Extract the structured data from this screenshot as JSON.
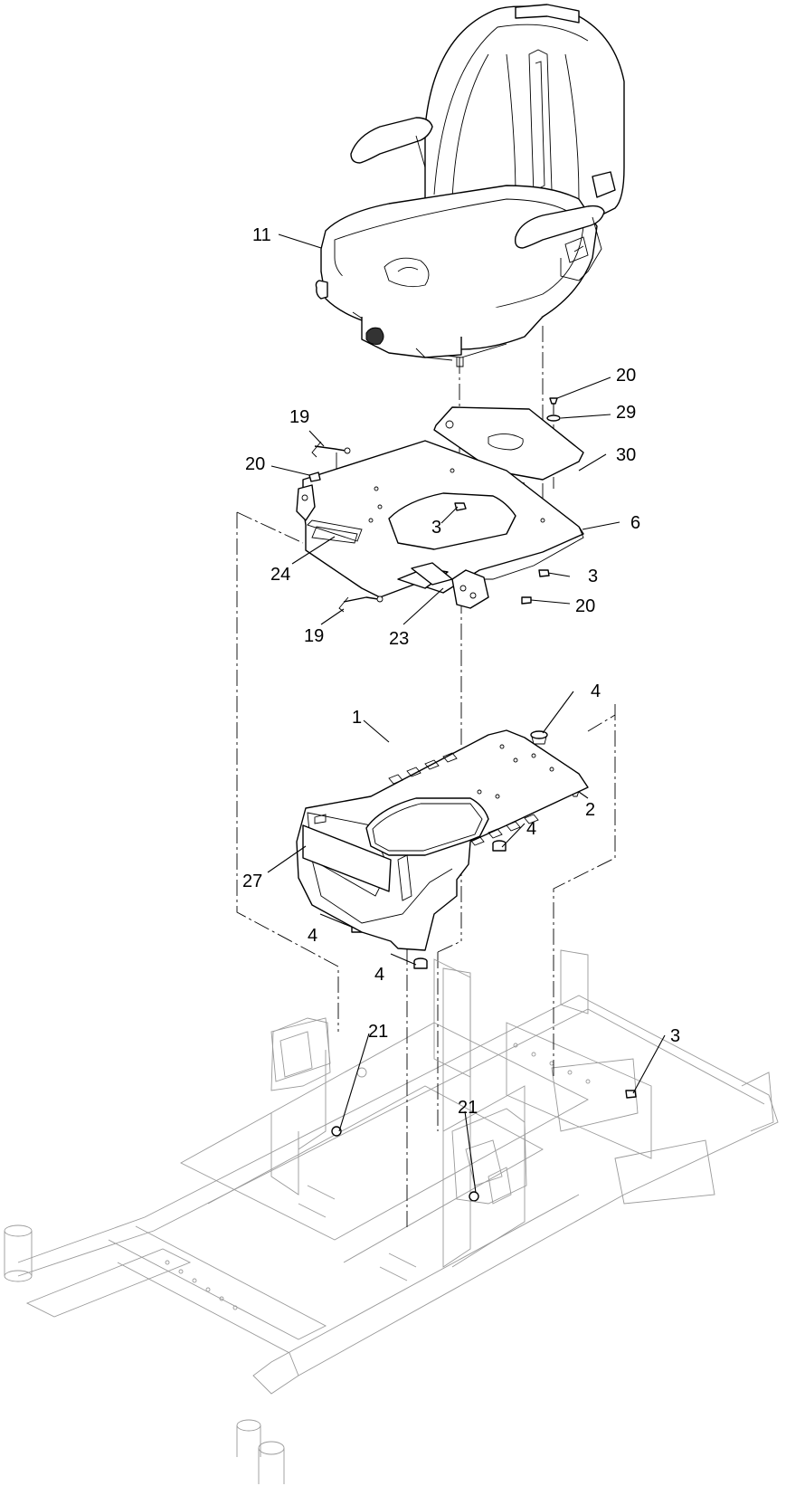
{
  "callouts": {
    "c11": "11",
    "c20a": "20",
    "c29": "29",
    "c30": "30",
    "c19a": "19",
    "c20b": "20",
    "c3a": "3",
    "c6": "6",
    "c24": "24",
    "c3b": "3",
    "c20c": "20",
    "c19b": "19",
    "c23": "23",
    "c4a": "4",
    "c1": "1",
    "c2": "2",
    "c4b": "4",
    "c27": "27",
    "c4c": "4",
    "c4d": "4",
    "c21a": "21",
    "c3c": "3",
    "c21b": "21"
  }
}
